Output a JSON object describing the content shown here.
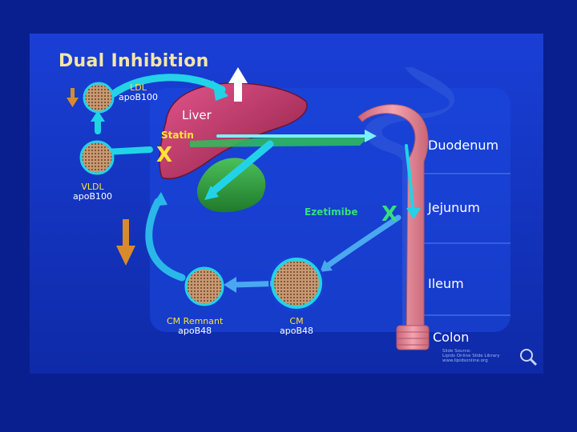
{
  "title": "Dual Inhibition",
  "organs": {
    "liver": "Liver"
  },
  "intestine_segments": [
    "Duodenum",
    "Jejunum",
    "Ileum",
    "Colon"
  ],
  "lipoproteins": {
    "ldl": {
      "name": "LDL",
      "apo": "apoB100"
    },
    "vldl": {
      "name": "VLDL",
      "apo": "apoB100"
    },
    "cm": {
      "name": "CM",
      "apo": "apoB48"
    },
    "cm_remnant": {
      "name": "CM Remnant",
      "apo": "apoB48"
    }
  },
  "inhibitors": {
    "statin": "Statin",
    "ezetimibe": "Ezetimibe",
    "block_mark": "X"
  },
  "source_note": [
    "Slide Source:",
    "Lipids Online Slide Library",
    "www.lipidsonline.org"
  ],
  "colors": {
    "background": "#0a1f8f",
    "panel": "#1433c4",
    "liver": "#c0396a",
    "arrow": "#22d3e8",
    "gallbladder": "#2f9a3c",
    "intestine": "#e58a9a",
    "inhibitor_yellow": "#ffe23a",
    "inhibitor_green": "#35e07a",
    "down_arrow": "#d98a2b"
  },
  "icons": [
    "magnifier-icon"
  ]
}
